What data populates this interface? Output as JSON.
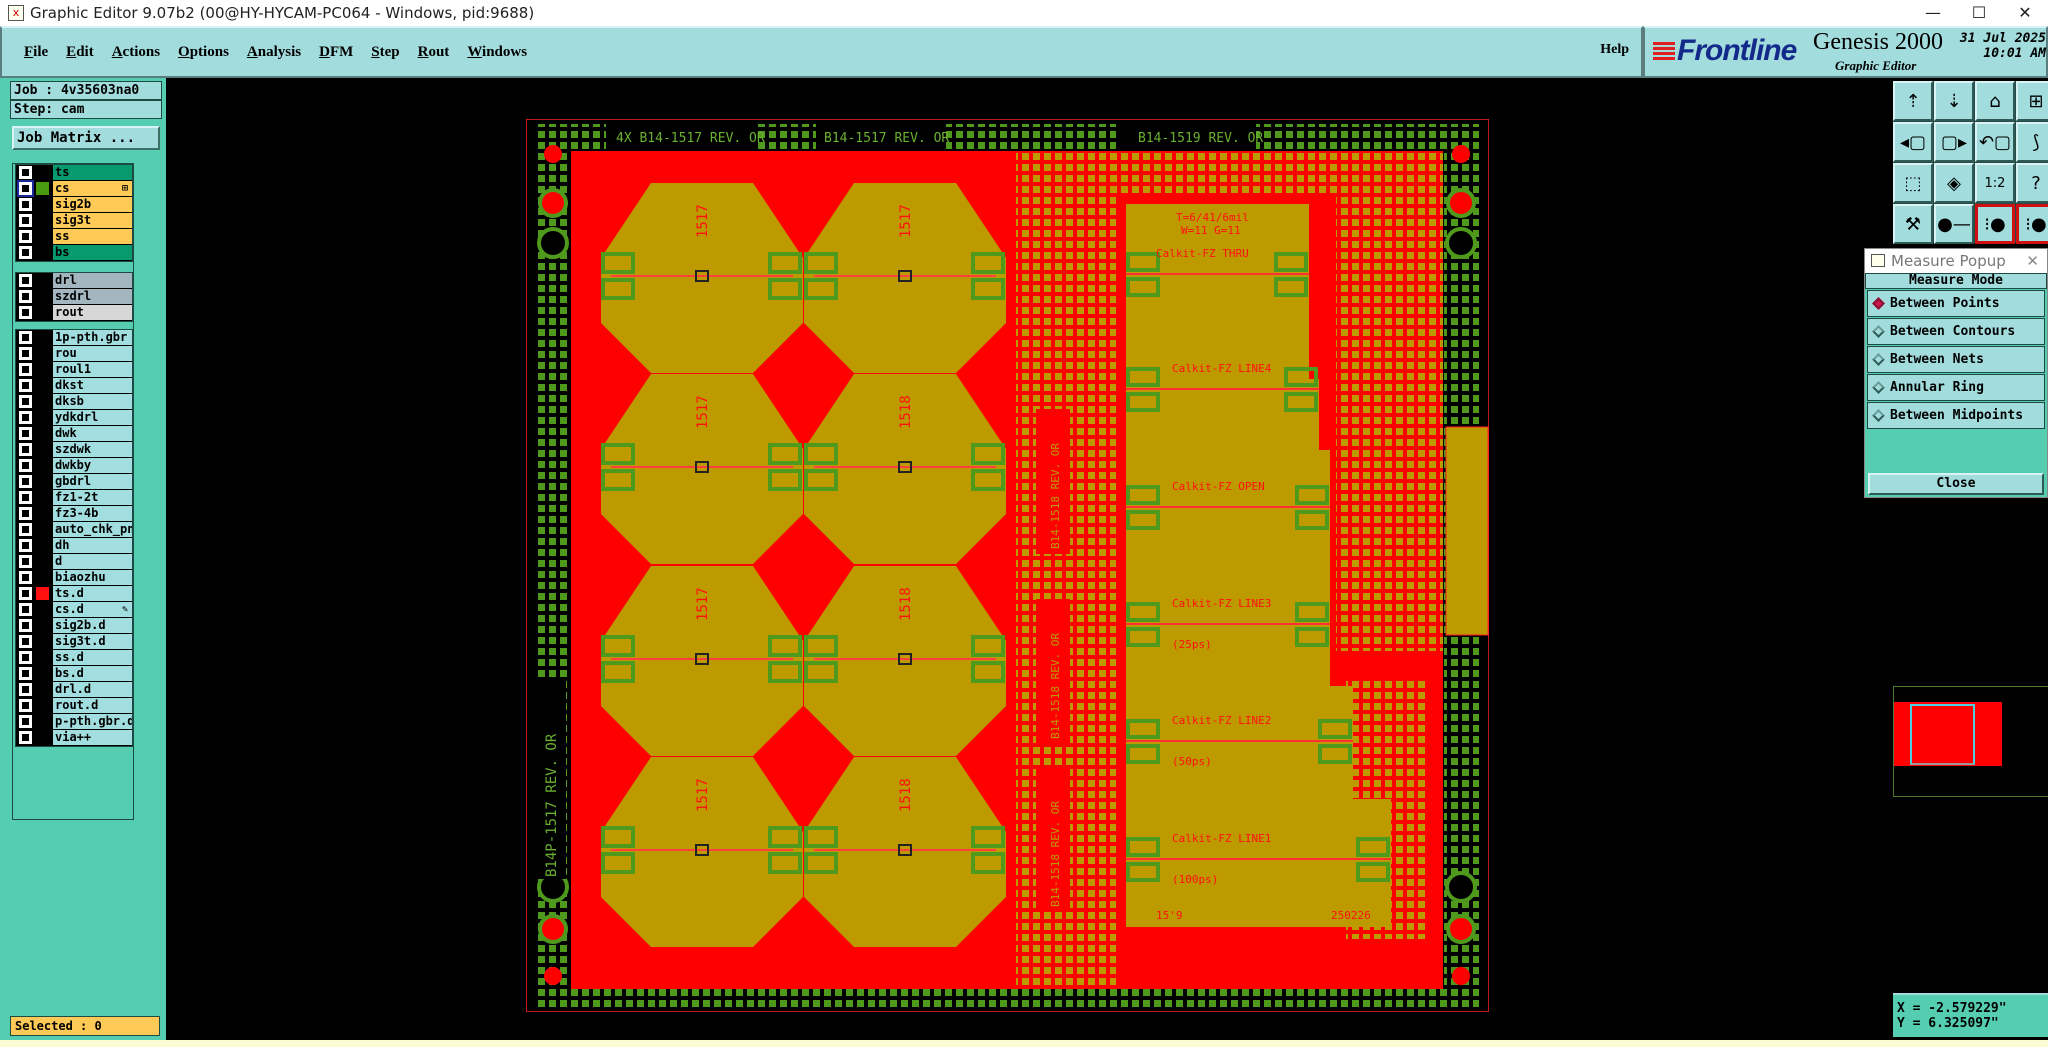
{
  "window": {
    "title": "Graphic Editor 9.07b2 (00@HY-HYCAM-PC064 - Windows, pid:9688)",
    "minimize": "—",
    "maximize": "☐",
    "close": "✕"
  },
  "menu": {
    "items": [
      "File",
      "Edit",
      "Actions",
      "Options",
      "Analysis",
      "DFM",
      "Step",
      "Rout",
      "Windows"
    ],
    "help": "Help"
  },
  "brand": {
    "logo": "Frontline",
    "product": "Genesis 2000",
    "subtitle": "Graphic Editor",
    "date": "31 Jul 2025",
    "time": "10:01 AM"
  },
  "job": {
    "job_label": "Job : 4v35603na0",
    "step_label": "Step: cam",
    "job_matrix": "Job Matrix ..."
  },
  "layers": [
    {
      "groups": [
        {
          "name": "ts",
          "bg": "#079a6e",
          "color": null
        },
        {
          "name": "cs",
          "bg": "#fdc957",
          "color": "#4a9a10",
          "active": true,
          "mark": "⊞"
        },
        {
          "name": "sig2b",
          "bg": "#fdc957",
          "color": null
        },
        {
          "name": "sig3t",
          "bg": "#fdc957",
          "color": null
        },
        {
          "name": "ss",
          "bg": "#fdc957",
          "color": null
        },
        {
          "name": "bs",
          "bg": "#079a6e",
          "color": null
        }
      ]
    },
    {
      "groups": [
        {
          "name": "drl",
          "bg": "#a3b5bf",
          "color": null
        },
        {
          "name": "szdrl",
          "bg": "#a3b5bf",
          "color": null
        },
        {
          "name": "rout",
          "bg": "#d7d7d7",
          "color": null
        }
      ]
    },
    {
      "groups": [
        {
          "name": "1p-pth.gbr",
          "bg": "#a2dde0"
        },
        {
          "name": "rou",
          "bg": "#a2dde0"
        },
        {
          "name": "roul1",
          "bg": "#a2dde0"
        },
        {
          "name": "dkst",
          "bg": "#a2dde0"
        },
        {
          "name": "dksb",
          "bg": "#a2dde0"
        },
        {
          "name": "ydkdrl",
          "bg": "#a2dde0"
        },
        {
          "name": "dwk",
          "bg": "#a2dde0"
        },
        {
          "name": "szdwk",
          "bg": "#a2dde0"
        },
        {
          "name": "dwkby",
          "bg": "#a2dde0"
        },
        {
          "name": "gbdrl",
          "bg": "#a2dde0"
        },
        {
          "name": "fz1-2t",
          "bg": "#a2dde0"
        },
        {
          "name": "fz3-4b",
          "bg": "#a2dde0"
        },
        {
          "name": "auto_chk_pnl",
          "bg": "#a2dde0"
        },
        {
          "name": "dh",
          "bg": "#a2dde0"
        },
        {
          "name": "d",
          "bg": "#a2dde0"
        },
        {
          "name": "biaozhu",
          "bg": "#a2dde0"
        },
        {
          "name": "ts.d",
          "bg": "#a2dde0",
          "color": "#ff1010"
        },
        {
          "name": "cs.d",
          "bg": "#a2dde0",
          "mark": "✎"
        },
        {
          "name": "sig2b.d",
          "bg": "#a2dde0"
        },
        {
          "name": "sig3t.d",
          "bg": "#a2dde0"
        },
        {
          "name": "ss.d",
          "bg": "#a2dde0"
        },
        {
          "name": "bs.d",
          "bg": "#a2dde0"
        },
        {
          "name": "drl.d",
          "bg": "#a2dde0"
        },
        {
          "name": "rout.d",
          "bg": "#a2dde0"
        },
        {
          "name": "p-pth.gbr.d",
          "bg": "#a2dde0"
        },
        {
          "name": "via++",
          "bg": "#a2dde0"
        }
      ]
    }
  ],
  "status": {
    "selected": "Selected : 0",
    "x": "X = -2.579229\"",
    "y": "Y = 6.325097\""
  },
  "toolbar": {
    "icons": [
      {
        "name": "layer-up",
        "glyph": "⇡"
      },
      {
        "name": "layer-down",
        "glyph": "⇣"
      },
      {
        "name": "home",
        "glyph": "⌂"
      },
      {
        "name": "grid-xy",
        "glyph": "⊞"
      },
      {
        "name": "pan-left",
        "glyph": "◂▢"
      },
      {
        "name": "pan-right",
        "glyph": "▢▸"
      },
      {
        "name": "undo-zoom",
        "glyph": "↶▢"
      },
      {
        "name": "split",
        "glyph": "⟆"
      },
      {
        "name": "zoom-fit",
        "glyph": "⬚"
      },
      {
        "name": "zoom-center",
        "glyph": "◈"
      },
      {
        "name": "scale-1-2",
        "glyph": "1:2"
      },
      {
        "name": "help",
        "glyph": "?"
      },
      {
        "name": "tools",
        "glyph": "⚒"
      },
      {
        "name": "snap",
        "glyph": "●—"
      },
      {
        "name": "net-highlight",
        "glyph": "⁝●",
        "red": true
      },
      {
        "name": "net-highlight-alt",
        "glyph": "⁝●",
        "red": true
      }
    ]
  },
  "measure": {
    "title": "Measure Popup",
    "mode_label": "Measure Mode",
    "options": [
      "Between Points",
      "Between Contours",
      "Between Nets",
      "Annular Ring",
      "Between Midpoints"
    ],
    "selected": 0,
    "close": "Close"
  },
  "board": {
    "top_labels": [
      "4X B14-1517 REV. OR",
      "B14-1517 REV. OR",
      "B14-1519 REV. OR"
    ],
    "side_label": "B14P-1517 REV. OR",
    "coupon_labels": [
      "1517",
      "1517",
      "1517",
      "1518",
      "1517",
      "1518",
      "1517",
      "1518"
    ],
    "mid_labels": [
      "B14-1518 REV. OR",
      "B14-1518 REV. OR",
      "B14-1518 REV. OR"
    ],
    "spec": [
      "T=6/41/6mil",
      "W=11 G=11"
    ],
    "lines": [
      {
        "name": "Calkit-FZ THRU",
        "sub": ""
      },
      {
        "name": "Calkit-FZ LINE4",
        "sub": ""
      },
      {
        "name": "Calkit-FZ OPEN",
        "sub": ""
      },
      {
        "name": "Calkit-FZ LINE3",
        "sub": "(25ps)"
      },
      {
        "name": "Calkit-FZ LINE2",
        "sub": "(50ps)"
      },
      {
        "name": "Calkit-FZ LINE1",
        "sub": "(100ps)"
      }
    ],
    "footer_left": "15'9",
    "footer_right": "250226",
    "colors": {
      "copper": "#ff0000",
      "fill": "#bc9a00",
      "pad": "#4f9a1c"
    }
  }
}
